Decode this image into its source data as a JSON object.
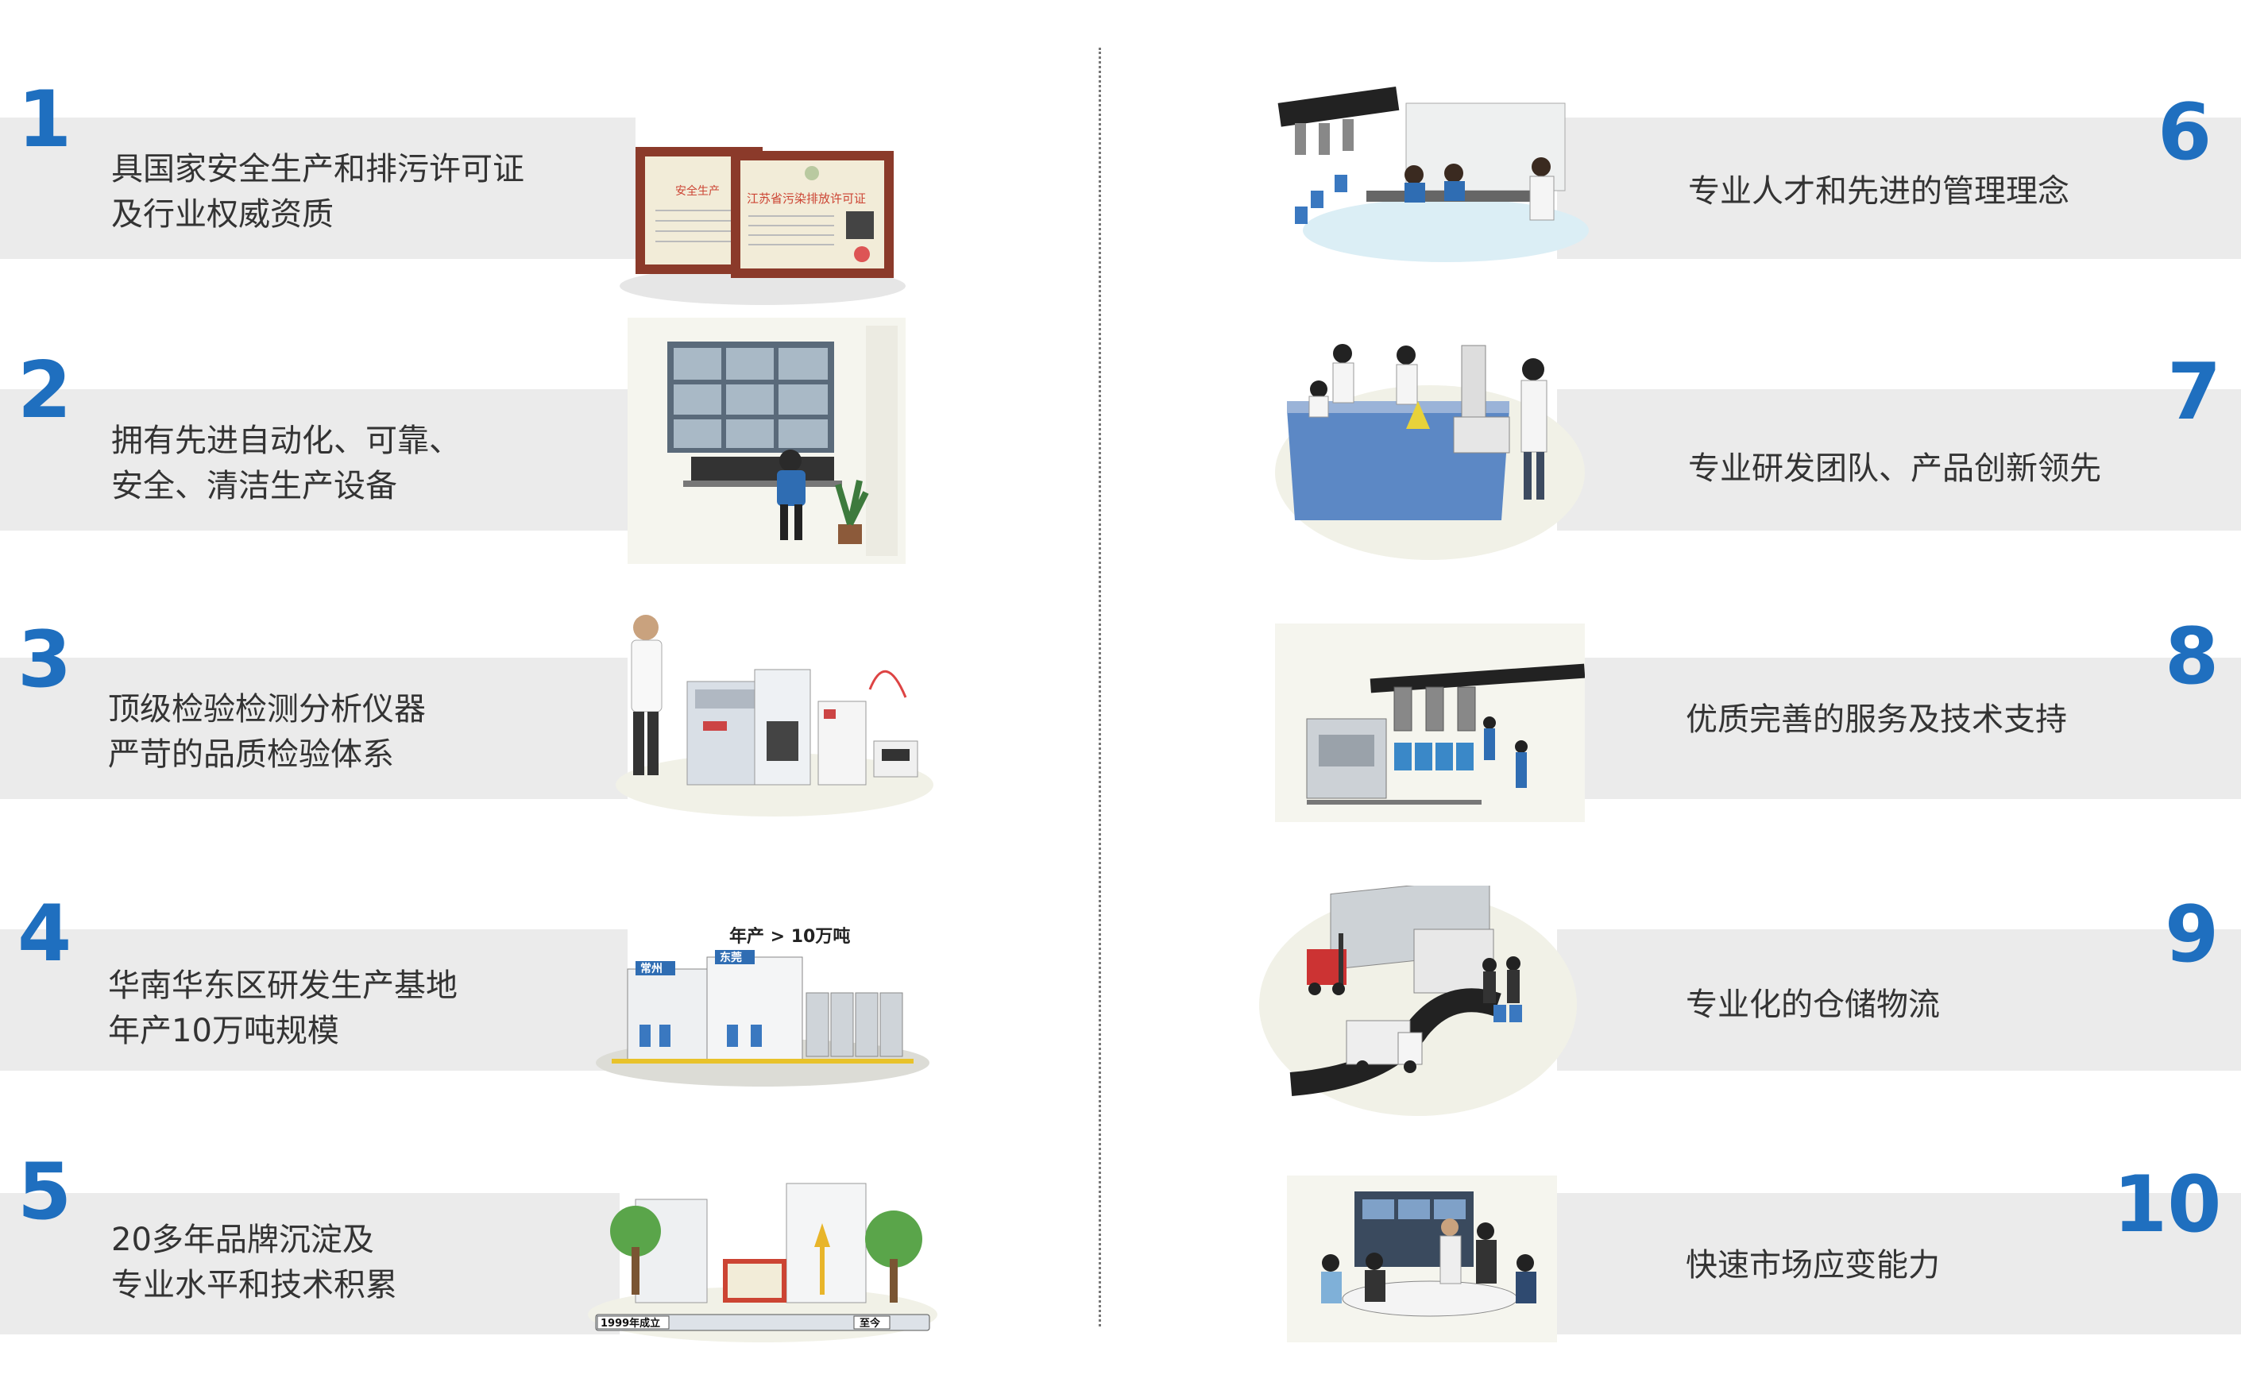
{
  "left": [
    {
      "num": "1",
      "lines": [
        "具国家安全生产和排污许可证",
        "及行业权威资质"
      ],
      "cert1": "安全生产",
      "cert2": "江苏省污染排放许可证"
    },
    {
      "num": "2",
      "lines": [
        "拥有先进自动化、可靠、",
        "安全、清洁生产设备"
      ]
    },
    {
      "num": "3",
      "lines": [
        "顶级检验检测分析仪器",
        "严苛的品质检验体系"
      ]
    },
    {
      "num": "4",
      "lines": [
        "华南华东区研发生产基地",
        "年产10万吨规模"
      ],
      "badge": "年产 > 10万吨",
      "site1": "常州",
      "site2": "东莞"
    },
    {
      "num": "5",
      "lines": [
        "20多年品牌沉淀及",
        "专业水平和技术积累"
      ],
      "start": "1999年成立",
      "end": "至今"
    }
  ],
  "right": [
    {
      "num": "6",
      "lines": [
        "专业人才和先进的管理理念"
      ]
    },
    {
      "num": "7",
      "lines": [
        "专业研发团队、产品创新领先"
      ]
    },
    {
      "num": "8",
      "lines": [
        "优质完善的服务及技术支持"
      ]
    },
    {
      "num": "9",
      "lines": [
        "专业化的仓储物流"
      ]
    },
    {
      "num": "10",
      "lines": [
        "快速市场应变能力"
      ]
    }
  ],
  "colors": {
    "accent": "#1f6fbf",
    "band": "#ebebeb",
    "text": "#333333"
  }
}
